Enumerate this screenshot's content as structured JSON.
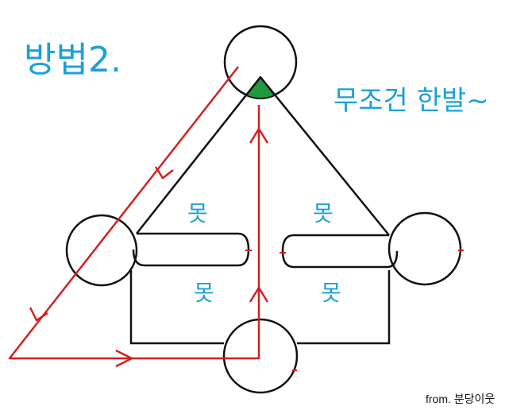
{
  "title": "방법2.",
  "note": "무조건 한발~",
  "labels": {
    "top_left": "못",
    "top_right": "못",
    "bottom_left": "못",
    "bottom_right": "못"
  },
  "credit": "from. 분당이웃",
  "colors": {
    "ink": "#111111",
    "handwriting": "#1aa0d8",
    "path": "#d42020",
    "corner_marker": "#1f9a3c"
  }
}
